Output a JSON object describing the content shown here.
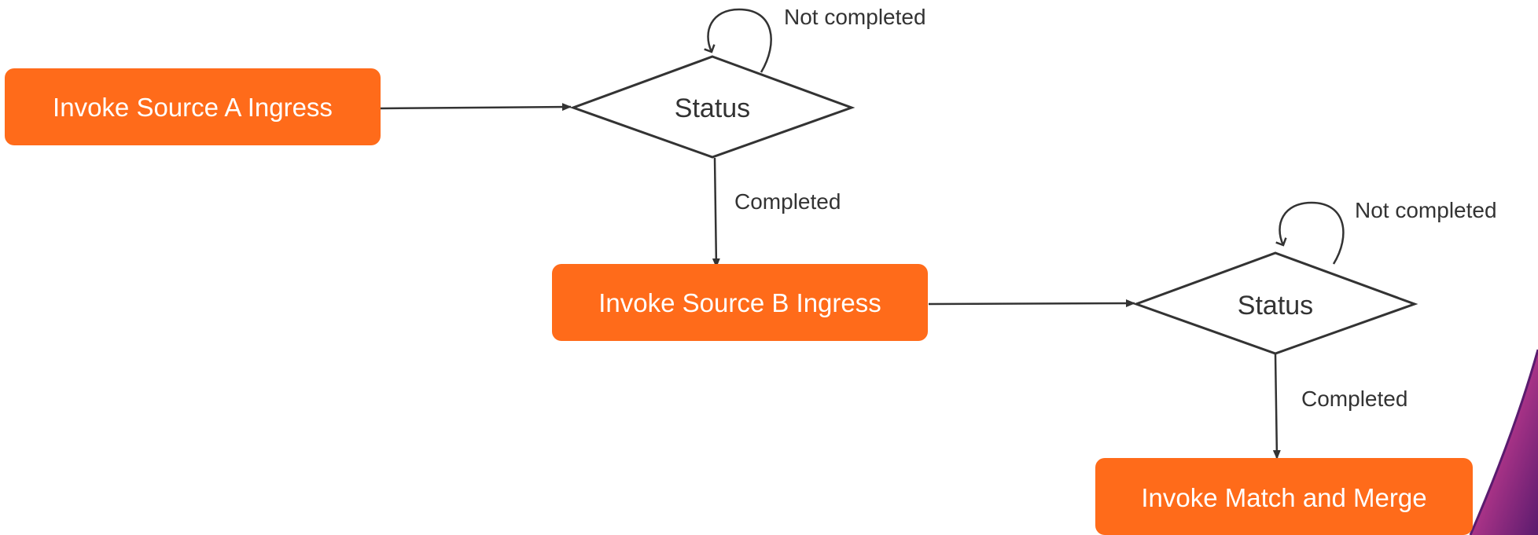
{
  "colors": {
    "process_fill": "#FF6B1A",
    "process_text": "#FFFFFF",
    "line": "#333333"
  },
  "nodes": {
    "source_a": "Invoke Source A Ingress",
    "status_1": "Status",
    "source_b": "Invoke Source B Ingress",
    "status_2": "Status",
    "match_merge": "Invoke Match and Merge"
  },
  "edges": {
    "status_1_loop": "Not completed",
    "status_1_completed": "Completed",
    "status_2_loop": "Not completed",
    "status_2_completed": "Completed"
  }
}
